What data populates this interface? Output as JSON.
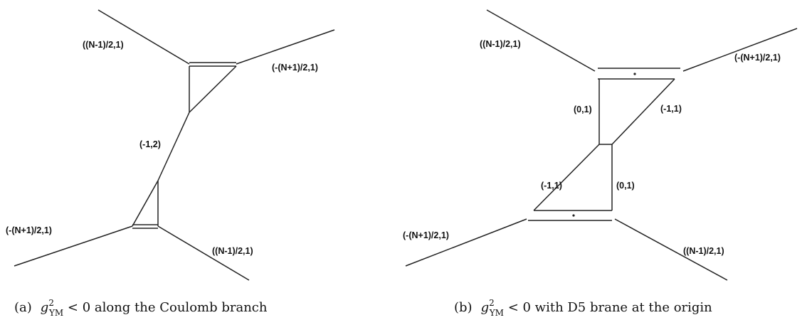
{
  "panel_a": {
    "label_top_left": "((N-1)/2,1)",
    "label_top_right": "(-(N+1)/2,1)",
    "label_middle": "(-1,2)",
    "label_bottom_left": "(-(N+1)/2,1)",
    "label_bottom_right": "((N-1)/2,1)",
    "caption": {
      "tag": "(a)",
      "g": "g",
      "sup": "2",
      "sub": "YM",
      "rest": " < 0 along the Coulomb branch"
    }
  },
  "panel_b": {
    "label_top_left": "((N-1)/2,1)",
    "label_top_right": "(-(N+1)/2,1)",
    "label_upper_vertical": "(0,1)",
    "label_upper_diagonal": "(-1,1)",
    "label_lower_diagonal": "(-1,1)",
    "label_lower_vertical": "(0,1)",
    "label_bottom_left": "(-(N+1)/2,1)",
    "label_bottom_right": "((N-1)/2,1)",
    "caption": {
      "tag": "(b)",
      "g": "g",
      "sup": "2",
      "sub": "YM",
      "rest": " < 0 with D5 brane at the origin"
    }
  }
}
